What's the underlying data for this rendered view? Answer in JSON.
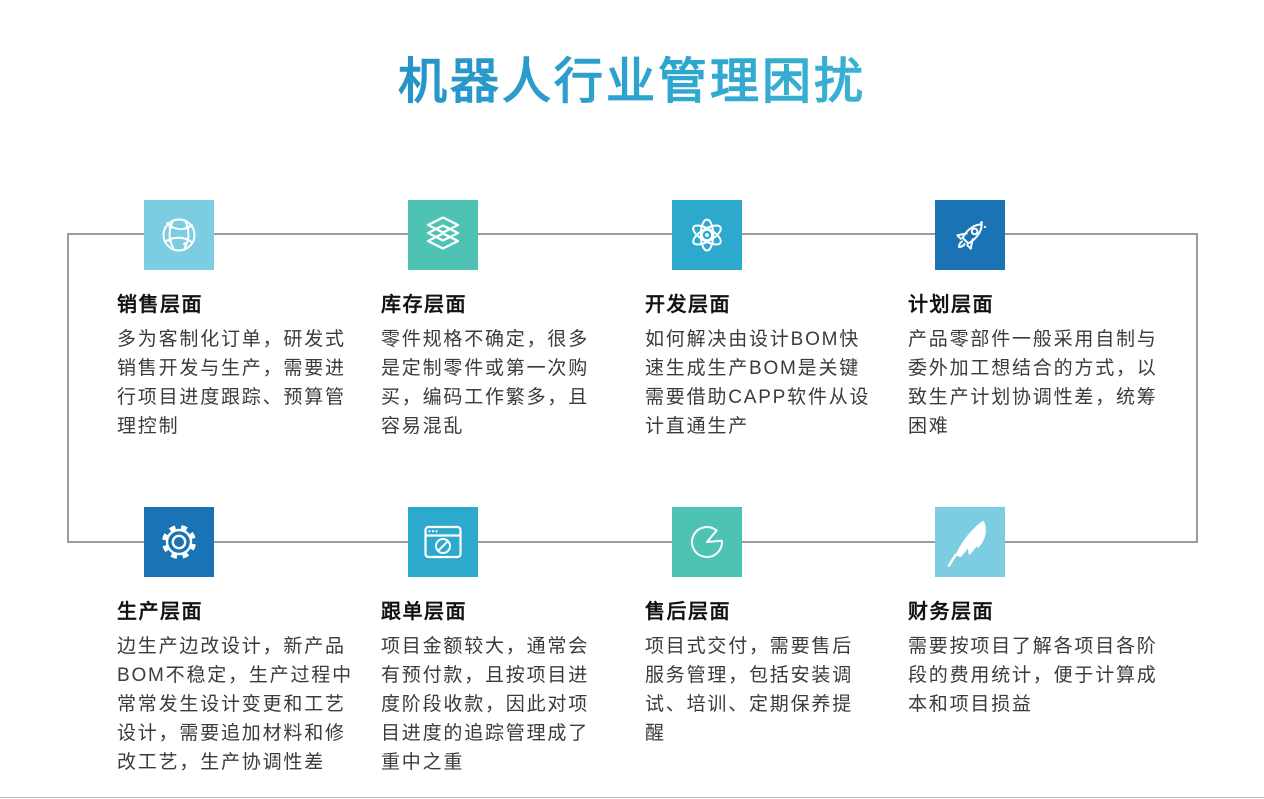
{
  "page_title": {
    "text": "机器人行业管理困扰",
    "gradient_start": "#1d7ec2",
    "gradient_end": "#53c6db"
  },
  "connector": {
    "color": "#9c9c9c"
  },
  "sections": [
    {
      "title": "销售层面",
      "icon": "globe-network-icon",
      "color": "#7ccde2",
      "body": "多为客制化订单，研发式\n销售开发与生产，需要进\n行项目进度跟踪、预算管\n理控制"
    },
    {
      "title": "库存层面",
      "icon": "layers-icon",
      "color": "#4ec3b4",
      "body": "零件规格不确定，很多\n是定制零件或第一次购\n买，编码工作繁多，且\n容易混乱"
    },
    {
      "title": "开发层面",
      "icon": "atom-icon",
      "color": "#2da9ce",
      "body": "如何解决由设计BOM快\n速生成生产BOM是关键\n需要借助CAPP软件从设\n计直通生产"
    },
    {
      "title": "计划层面",
      "icon": "rocket-icon",
      "color": "#1a73b4",
      "body": "产品零部件一般采用自制与\n委外加工想结合的方式，以\n致生产计划协调性差，统筹\n困难"
    },
    {
      "title": "生产层面",
      "icon": "gear-icon",
      "color": "#1a73b4",
      "body": "边生产边改设计，新产品\nBOM不稳定，生产过程中\n常常发生设计变更和工艺\n设计，需要追加材料和修\n改工艺，生产协调性差"
    },
    {
      "title": "跟单层面",
      "icon": "browser-compass-icon",
      "color": "#2da9ce",
      "body": "项目金额较大，通常会\n有预付款，且按项目进\n度阶段收款，因此对项\n目进度的追踪管理成了\n重中之重"
    },
    {
      "title": "售后层面",
      "icon": "pie-chart-icon",
      "color": "#4ec3b4",
      "body": "项目式交付，需要售后\n服务管理，包括安装调\n试、培训、定期保养提\n醒"
    },
    {
      "title": "财务层面",
      "icon": "feather-icon",
      "color": "#7ccde2",
      "body": "需要按项目了解各项目各阶\n段的费用统计，便于计算成\n本和项目损益"
    }
  ]
}
